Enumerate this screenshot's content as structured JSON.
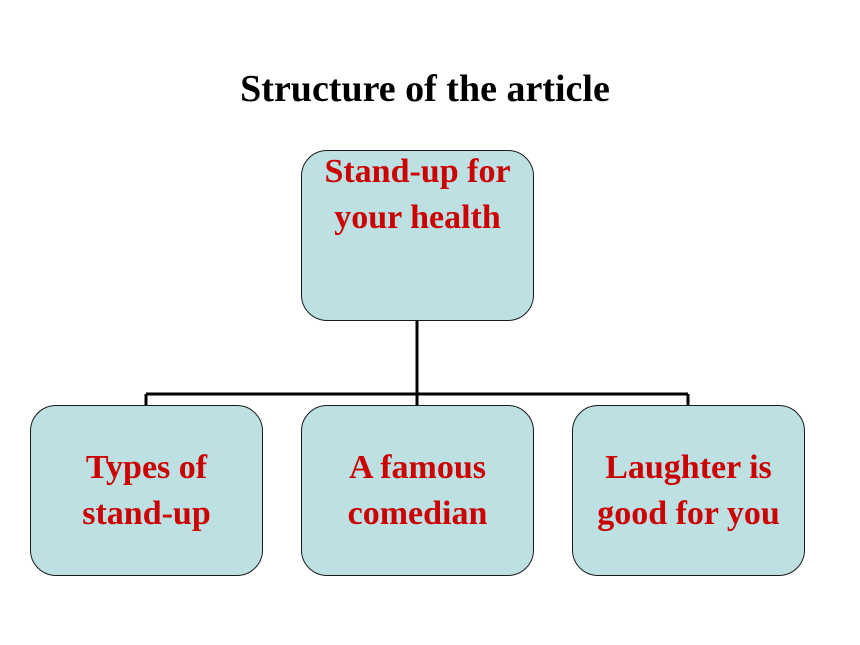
{
  "title": "Structure of the article",
  "root": {
    "label": "Stand-up for\nyour health"
  },
  "children": [
    {
      "label": "Types of\nstand-up"
    },
    {
      "label": "A famous\ncomedian"
    },
    {
      "label": "Laughter is\ngood for you"
    }
  ],
  "colors": {
    "box_fill": "#bde0e3",
    "box_text": "#cc0000",
    "title_text": "#000000",
    "line": "#000000"
  }
}
